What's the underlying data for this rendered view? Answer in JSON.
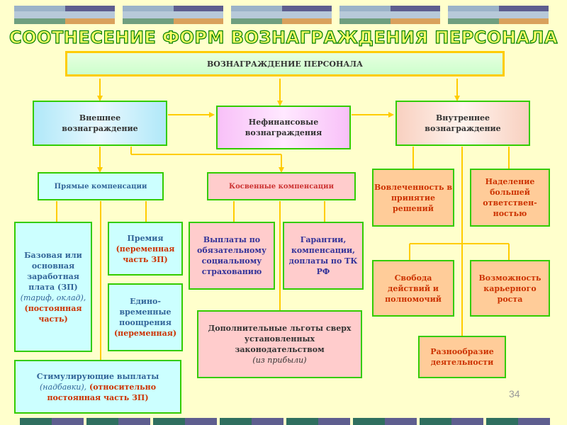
{
  "title": "СООТНЕСЕНИЕ ФОРМ ВОЗНАГРАЖДЕНИЯ ПЕРСОНАЛА",
  "root": "ВОЗНАГРАЖДЕНИЕ ПЕРСОНАЛА",
  "level1": {
    "external": "Внешнее вознаграждение",
    "nonfinancial": "Нефинансовые вознаграждения",
    "internal": "Внутреннее вознаграждение"
  },
  "level2": {
    "direct": "Прямые компенсации",
    "indirect": "Косвенные компенсации"
  },
  "direct_items": {
    "base_line1": "Базовая или основная заработная плата (ЗП)",
    "base_line2": "(тариф, оклад),",
    "base_line3": "(постоянная часть)",
    "bonus_line1": "Премия",
    "bonus_line2": "(переменная часть ЗП)",
    "onetime_line1": "Едино-временные поощрения",
    "onetime_line2": "(переменная)",
    "stim_line1": "Стимулирующие выплаты",
    "stim_line2": "(надбавки),",
    "stim_line3": "(относительно постоянная часть ЗП)"
  },
  "indirect_items": {
    "insurance": "Выплаты по обязательному социальному страхованию",
    "guarantees": "Гарантии, компенсации, доплаты по ТК РФ",
    "benefits_line1": "Дополнительные льготы сверх установленных законодательством",
    "benefits_line2": "(из прибыли)"
  },
  "internal_items": {
    "involvement": "Вовлеченность в принятие решений",
    "responsibility": "Наделение большей ответствен-ностью",
    "freedom": "Свобода действий и полномочий",
    "career": "Возможность карьерного роста",
    "variety": "Разнообразие деятельности"
  },
  "page_number": "34",
  "colors": {
    "background": "#FFFFCC",
    "title_fill": "#FFFF66",
    "title_stroke": "#008000",
    "connector": "#FFCC00",
    "green_border": "#33CC00"
  }
}
